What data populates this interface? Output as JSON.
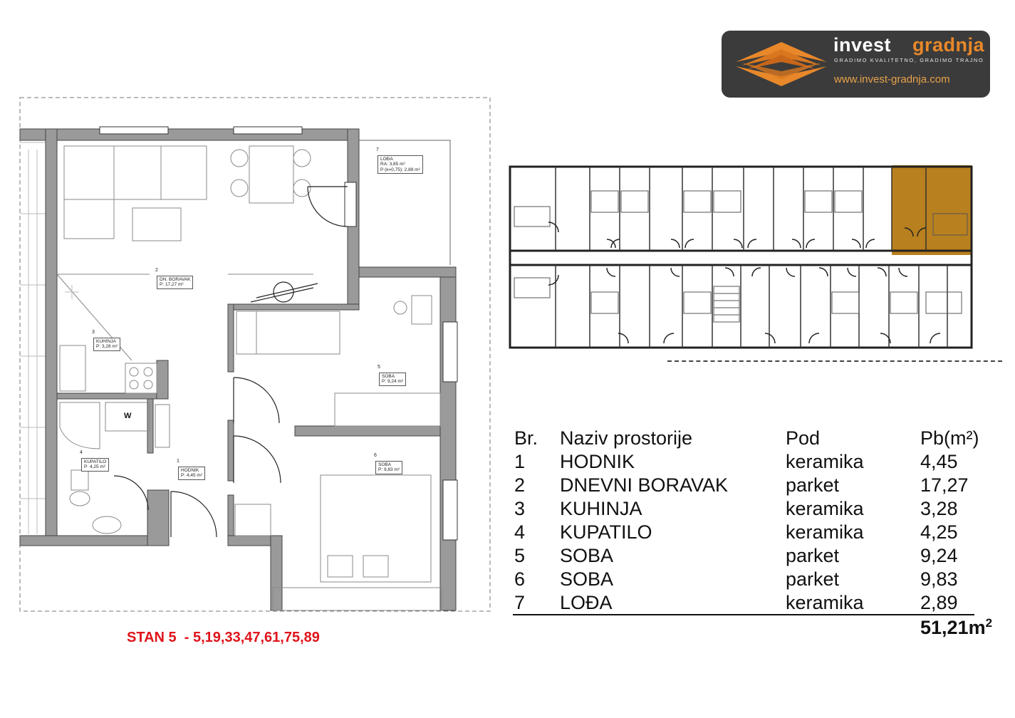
{
  "logo": {
    "brand_part1": "invest",
    "brand_part2": "gradnja",
    "tagline": "GRADIMO KVALITETNO, GRADIMO TRAJNO",
    "website": "www.invest-gradnja.com"
  },
  "colors": {
    "logo_bg": "#3b3b3b",
    "logo_accent": "#e8882a",
    "highlight_unit": "#b8801e",
    "label_red": "#e0131b"
  },
  "floorplan": {
    "rooms": [
      {
        "num": "1",
        "name": "HODNIK",
        "area": "P:      4,45 m²"
      },
      {
        "num": "2",
        "name": "DN. BORAVAK",
        "area": "P:       17,27 m²"
      },
      {
        "num": "3",
        "name": "KUHINJA",
        "area": "P:       3,28 m²"
      },
      {
        "num": "4",
        "name": "KUPATILO",
        "area": "P:     4,25 m²"
      },
      {
        "num": "5",
        "name": "SOBA",
        "area": "P:       9,24 m²"
      },
      {
        "num": "6",
        "name": "SOBA",
        "area": "P:       9,83 m²"
      },
      {
        "num": "7",
        "name": "LOĐA",
        "area_ra": "RA:           3,85 m²",
        "area_p": "P (k=0,75): 2,89 m²"
      }
    ],
    "w_label": "W"
  },
  "table": {
    "headers": [
      "Br.",
      "Naziv prostorije",
      "Pod",
      "Pb(m²)"
    ],
    "rows": [
      [
        "1",
        "HODNIK",
        "keramika",
        "4,45"
      ],
      [
        "2",
        "DNEVNI BORAVAK",
        "parket",
        "17,27"
      ],
      [
        "3",
        "KUHINJA",
        "keramika",
        "3,28"
      ],
      [
        "4",
        "KUPATILO",
        "keramika",
        "4,25"
      ],
      [
        "5",
        "SOBA",
        "parket",
        "9,24"
      ],
      [
        "6",
        "SOBA",
        "parket",
        "9,83"
      ],
      [
        "7",
        "LOĐA",
        "keramika",
        "2,89"
      ]
    ],
    "total_value": "51,21m",
    "total_exp": "2"
  },
  "apartment_label": "STAN 5  - 5,19,33,47,61,75,89"
}
